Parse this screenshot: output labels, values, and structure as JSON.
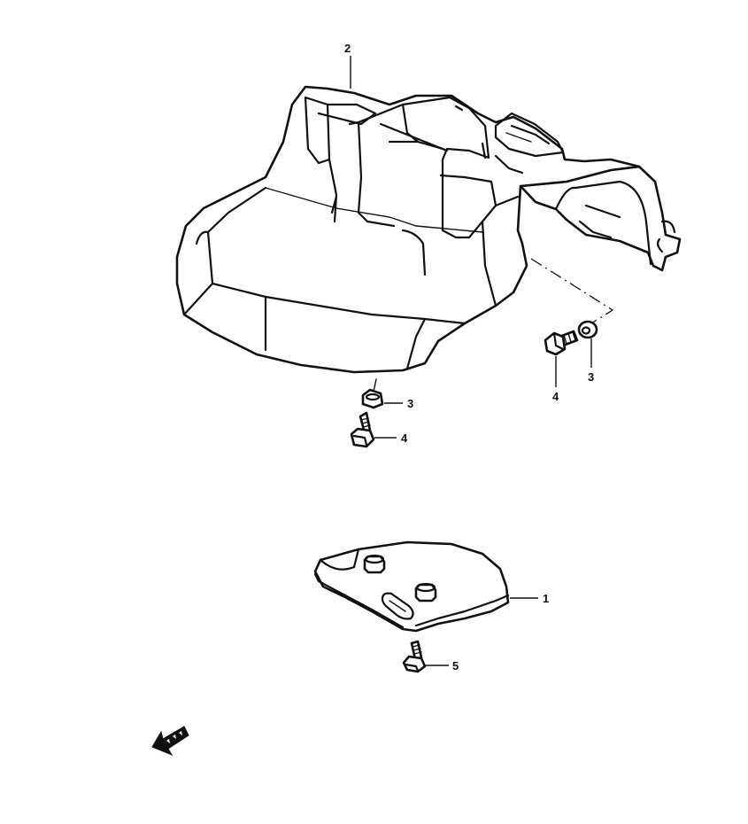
{
  "callouts": {
    "part_1": "1",
    "part_2": "2",
    "part_3_left": "3",
    "part_3_right": "3",
    "part_4_left": "4",
    "part_4_right": "4",
    "part_5": "5"
  },
  "fwd_arrow": {
    "label": "FWD",
    "icon": "fwd-arrow-icon"
  },
  "colors": {
    "ink": "#111111",
    "paper": "#ffffff"
  }
}
